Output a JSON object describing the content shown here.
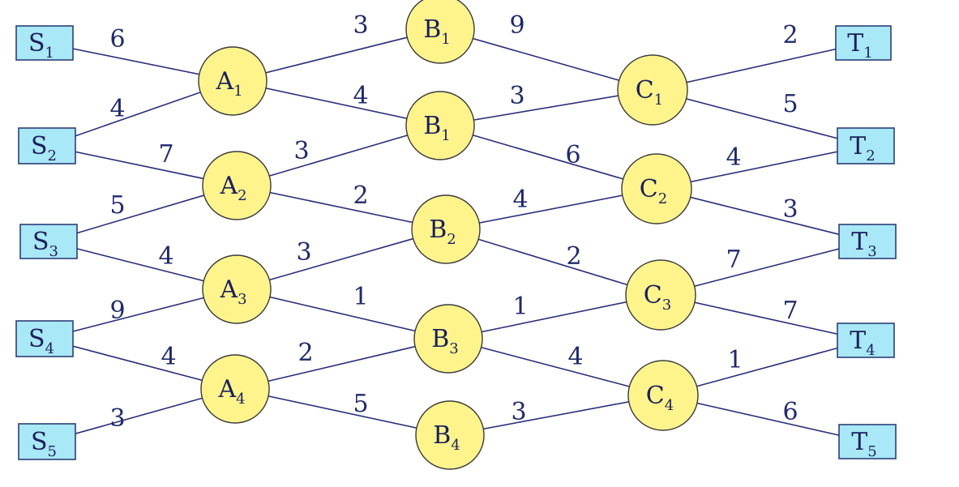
{
  "nodes": [
    {
      "id": "S1",
      "letter": "S",
      "sub": "1",
      "shape": "box"
    },
    {
      "id": "S2",
      "letter": "S",
      "sub": "2",
      "shape": "box"
    },
    {
      "id": "S3",
      "letter": "S",
      "sub": "3",
      "shape": "box"
    },
    {
      "id": "S4",
      "letter": "S",
      "sub": "4",
      "shape": "box"
    },
    {
      "id": "S5",
      "letter": "S",
      "sub": "5",
      "shape": "box"
    },
    {
      "id": "A1",
      "letter": "A",
      "sub": "1",
      "shape": "circle"
    },
    {
      "id": "A2",
      "letter": "A",
      "sub": "2",
      "shape": "circle"
    },
    {
      "id": "A3",
      "letter": "A",
      "sub": "3",
      "shape": "circle"
    },
    {
      "id": "A4",
      "letter": "A",
      "sub": "4",
      "shape": "circle"
    },
    {
      "id": "B1a",
      "letter": "B",
      "sub": "1",
      "shape": "circle"
    },
    {
      "id": "B1b",
      "letter": "B",
      "sub": "1",
      "shape": "circle"
    },
    {
      "id": "B2",
      "letter": "B",
      "sub": "2",
      "shape": "circle"
    },
    {
      "id": "B3",
      "letter": "B",
      "sub": "3",
      "shape": "circle"
    },
    {
      "id": "B4",
      "letter": "B",
      "sub": "4",
      "shape": "circle"
    },
    {
      "id": "C1",
      "letter": "C",
      "sub": "1",
      "shape": "circle"
    },
    {
      "id": "C2",
      "letter": "C",
      "sub": "2",
      "shape": "circle"
    },
    {
      "id": "C3",
      "letter": "C",
      "sub": "3",
      "shape": "circle"
    },
    {
      "id": "C4",
      "letter": "C",
      "sub": "4",
      "shape": "circle"
    },
    {
      "id": "T1",
      "letter": "T",
      "sub": "1",
      "shape": "box"
    },
    {
      "id": "T2",
      "letter": "T",
      "sub": "2",
      "shape": "box"
    },
    {
      "id": "T3",
      "letter": "T",
      "sub": "3",
      "shape": "box"
    },
    {
      "id": "T4",
      "letter": "T",
      "sub": "4",
      "shape": "box"
    },
    {
      "id": "T5",
      "letter": "T",
      "sub": "5",
      "shape": "box"
    }
  ],
  "edges": [
    {
      "from": "S1",
      "to": "A1",
      "weight": "6"
    },
    {
      "from": "S2",
      "to": "A1",
      "weight": "4"
    },
    {
      "from": "S2",
      "to": "A2",
      "weight": "7"
    },
    {
      "from": "S3",
      "to": "A2",
      "weight": "5"
    },
    {
      "from": "S3",
      "to": "A3",
      "weight": "4"
    },
    {
      "from": "S4",
      "to": "A3",
      "weight": "9"
    },
    {
      "from": "S4",
      "to": "A4",
      "weight": "4"
    },
    {
      "from": "S5",
      "to": "A4",
      "weight": "3"
    },
    {
      "from": "A1",
      "to": "B1a",
      "weight": "3"
    },
    {
      "from": "A1",
      "to": "B1b",
      "weight": "4"
    },
    {
      "from": "A2",
      "to": "B1b",
      "weight": "3"
    },
    {
      "from": "A2",
      "to": "B2",
      "weight": "2"
    },
    {
      "from": "A3",
      "to": "B2",
      "weight": "3"
    },
    {
      "from": "A3",
      "to": "B3",
      "weight": "1"
    },
    {
      "from": "A4",
      "to": "B3",
      "weight": "2"
    },
    {
      "from": "A4",
      "to": "B4",
      "weight": "5"
    },
    {
      "from": "B1a",
      "to": "C1",
      "weight": "9"
    },
    {
      "from": "B1b",
      "to": "C1",
      "weight": "3"
    },
    {
      "from": "B1b",
      "to": "C2",
      "weight": "6"
    },
    {
      "from": "B2",
      "to": "C2",
      "weight": "4"
    },
    {
      "from": "B2",
      "to": "C3",
      "weight": "2"
    },
    {
      "from": "B3",
      "to": "C3",
      "weight": "1"
    },
    {
      "from": "B3",
      "to": "C4",
      "weight": "4"
    },
    {
      "from": "B4",
      "to": "C4",
      "weight": "3"
    },
    {
      "from": "C1",
      "to": "T1",
      "weight": "2"
    },
    {
      "from": "C1",
      "to": "T2",
      "weight": "5"
    },
    {
      "from": "C2",
      "to": "T2",
      "weight": "4"
    },
    {
      "from": "C2",
      "to": "T3",
      "weight": "3"
    },
    {
      "from": "C3",
      "to": "T3",
      "weight": "7"
    },
    {
      "from": "C3",
      "to": "T4",
      "weight": "7"
    },
    {
      "from": "C4",
      "to": "T4",
      "weight": "1"
    },
    {
      "from": "C4",
      "to": "T5",
      "weight": "6"
    }
  ]
}
